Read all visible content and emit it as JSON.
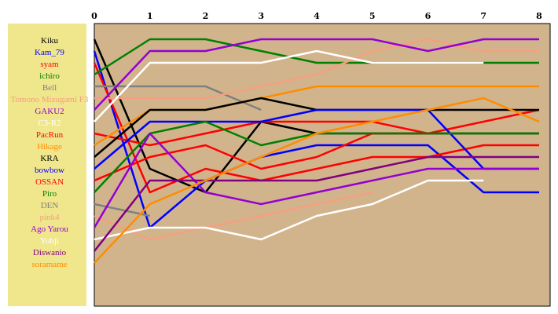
{
  "chart_data": {
    "type": "line",
    "title": "",
    "xlabel": "",
    "ylabel": "",
    "x": [
      0,
      1,
      2,
      3,
      4,
      5,
      6,
      7,
      8
    ],
    "x_ticks": [
      "0",
      "1",
      "2",
      "3",
      "4",
      "5",
      "6",
      "7",
      "8"
    ],
    "xlim": [
      0,
      8
    ],
    "y_axis": "rank (1 = top), not printed",
    "ylim": [
      1,
      18
    ],
    "plot_background": "#d2b48c",
    "legend_background": "#f0e68c",
    "legend_position": "left",
    "series": [
      {
        "name": "Kiku",
        "color": "#000000",
        "ranks": [
          1,
          12,
          14,
          8,
          9,
          9,
          9,
          9,
          9
        ]
      },
      {
        "name": "Kam_79",
        "color": "#0000ff",
        "ranks": [
          2,
          17,
          13,
          11,
          10,
          10,
          10,
          14,
          14
        ]
      },
      {
        "name": "syam",
        "color": "#ff0000",
        "ranks": [
          3,
          14,
          12,
          13,
          12,
          11,
          11,
          10,
          10
        ]
      },
      {
        "name": "ichiro",
        "color": "#008000",
        "ranks": [
          4,
          1,
          1,
          2,
          3,
          3,
          3,
          3,
          3
        ]
      },
      {
        "name": "Bell",
        "color": "#808080",
        "ranks": [
          5,
          5,
          5,
          7
        ]
      },
      {
        "name": "Tomono Mizugami F3",
        "color": "#f4a080",
        "ranks": [
          6,
          6,
          6,
          5,
          4,
          2,
          1,
          2,
          2
        ]
      },
      {
        "name": "GAKU2",
        "color": "#9400d3",
        "ranks": [
          7,
          2,
          2,
          1,
          1,
          1,
          2,
          1,
          1
        ]
      },
      {
        "name": "C3-R2",
        "color": "#ffffff",
        "ranks": [
          8,
          3,
          3,
          3,
          2,
          3,
          3,
          3
        ]
      },
      {
        "name": "PacRun",
        "color": "#ff0000",
        "ranks": [
          9,
          10,
          9,
          8,
          8,
          8,
          9,
          8,
          7
        ]
      },
      {
        "name": "Hikage",
        "color": "#ff8c00",
        "ranks": [
          10,
          7,
          7,
          6,
          5,
          5,
          5,
          5,
          5
        ]
      },
      {
        "name": "KRA",
        "color": "#000000",
        "ranks": [
          11,
          7,
          7,
          6,
          7,
          7,
          7,
          7,
          7
        ]
      },
      {
        "name": "bowbow",
        "color": "#0000ff",
        "ranks": [
          12,
          8,
          8,
          8,
          7,
          7,
          7,
          12,
          12
        ]
      },
      {
        "name": "OSSAN",
        "color": "#ff0000",
        "ranks": [
          13,
          11,
          10,
          12,
          11,
          9,
          9
        ]
      },
      {
        "name": "Piro",
        "color": "#008000",
        "ranks": [
          14,
          9,
          8,
          10,
          9,
          9,
          9,
          9,
          9
        ]
      },
      {
        "name": "DEN",
        "color": "#808080",
        "ranks": [
          15,
          16
        ]
      },
      {
        "name": "pink4",
        "color": "#f4a080",
        "ranks": [
          16,
          18,
          17,
          16,
          15,
          14
        ]
      },
      {
        "name": "Ago Yarou",
        "color": "#9400d3",
        "ranks": [
          17,
          9,
          14,
          15,
          14,
          13,
          12,
          12,
          12
        ]
      },
      {
        "name": "Yohji",
        "color": "#ffffff",
        "ranks": [
          18,
          17,
          17,
          18,
          16,
          15,
          13,
          13
        ]
      },
      {
        "name": "Diswanio",
        "color": "#800080",
        "ranks": [
          19,
          13,
          13,
          13,
          13,
          12,
          11,
          11,
          11
        ]
      },
      {
        "name": "soramame",
        "color": "#ff8c00",
        "ranks": [
          20,
          15,
          13,
          11,
          9,
          8,
          7,
          6,
          8
        ]
      }
    ]
  }
}
